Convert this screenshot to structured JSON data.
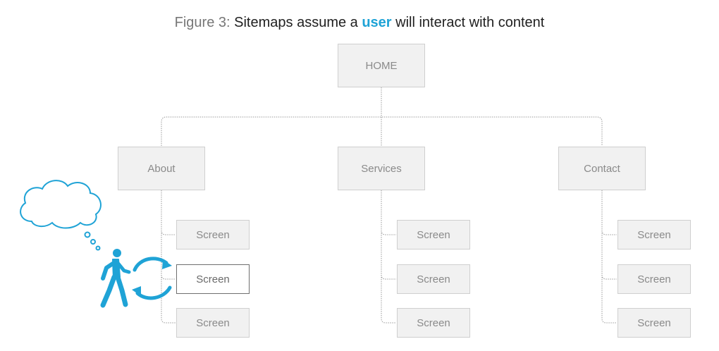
{
  "title": {
    "prefix": "Figure 3:",
    "part1": "Sitemaps assume a",
    "highlight": "user",
    "part2": "will interact with content"
  },
  "root": {
    "label": "HOME"
  },
  "sections": [
    {
      "label": "About",
      "screens": [
        "Screen",
        "Screen",
        "Screen"
      ]
    },
    {
      "label": "Services",
      "screens": [
        "Screen",
        "Screen",
        "Screen"
      ]
    },
    {
      "label": "Contact",
      "screens": [
        "Screen",
        "Screen",
        "Screen"
      ]
    }
  ],
  "active_screen": {
    "section": 0,
    "screen": 1
  },
  "colors": {
    "accent": "#1fa3d6",
    "box_fill": "#f1f1f1",
    "box_border": "#cfcfcf",
    "connector": "#9a9a9a"
  },
  "icons": [
    "person-walking-icon",
    "thought-cloud-icon",
    "cycle-arrows-icon"
  ]
}
